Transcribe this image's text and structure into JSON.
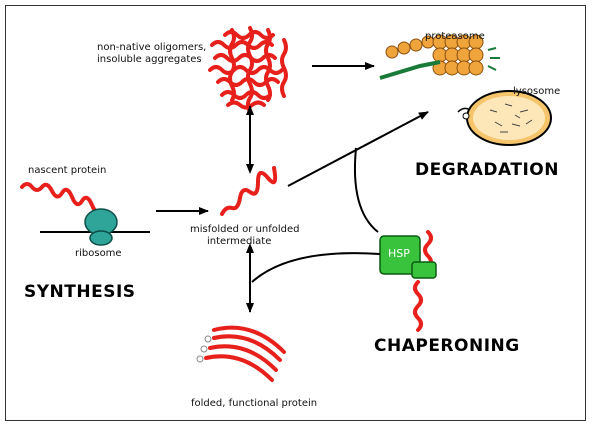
{
  "labels": {
    "oligomers_line1": "non-native oligomers,",
    "oligomers_line2": "insoluble aggregates",
    "proteasome": "proteasome",
    "lysosome": "lysosome",
    "nascent": "nascent protein",
    "ribosome": "ribosome",
    "intermediate_line1": "misfolded or unfolded",
    "intermediate_line2": "intermediate",
    "folded": "folded, functional protein",
    "hsp": "HSP"
  },
  "sections": {
    "synthesis": "SYNTHESIS",
    "degradation": "DEGRADATION",
    "chaperoning": "CHAPERONING"
  },
  "colors": {
    "protein": "#e8201c",
    "ribosome": "#2fa59a",
    "proteasome": "#f0a43c",
    "lysosome": "#f6c46a",
    "hsp": "#39c23b",
    "arrow": "#000000"
  }
}
